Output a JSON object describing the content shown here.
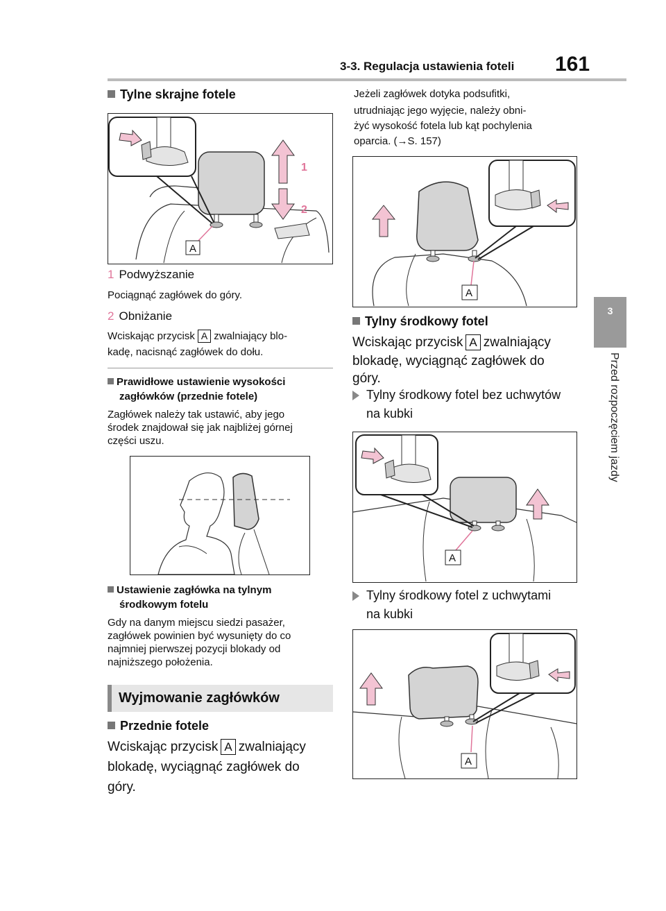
{
  "header": {
    "section_title": "3-3. Regulacja ustawienia foteli",
    "page_number": "161"
  },
  "side_tab": {
    "chapter_number": "3",
    "chapter_title": "Przed rozpoczęciem jazdy"
  },
  "left": {
    "heading_outer_rear": "Tylne skrajne fotele",
    "fig1": {
      "label_1": "1",
      "label_2": "2",
      "label_a": "A"
    },
    "step1": {
      "num": "1",
      "title": "Podwyższanie",
      "desc": "Pociągnąć zagłówek do góry."
    },
    "step2": {
      "num": "2",
      "title": "Obniżanie",
      "desc_before": "Wciskając przycisk",
      "btn": "A",
      "desc_after": "zwalniający blo-",
      "desc_line2": "kadę, nacisnąć zagłówek do dołu."
    },
    "heading_correct_line1": "Prawidłowe ustawienie wysokości",
    "heading_correct_line2": "zagłówków (przednie fotele)",
    "correct_text_1": "Zagłówek należy tak ustawić, aby jego",
    "correct_text_2": "środek znajdował się jak najbliżej górnej",
    "correct_text_3": "części uszu.",
    "heading_middle_line1": "Ustawienie zagłówka na tylnym",
    "heading_middle_line2": "środkowym fotelu",
    "middle_text_1": "Gdy na danym miejscu siedzi pasażer,",
    "middle_text_2": "zagłówek powinien być wysunięty do co",
    "middle_text_3": "najmniej pierwszej pozycji blokady od",
    "middle_text_4": "najniższego położenia.",
    "section_bar": "Wyjmowanie zagłówków",
    "heading_front": "Przednie fotele",
    "front_text_before": "Wciskając przycisk",
    "front_btn": "A",
    "front_text_after": "zwalniający",
    "front_text_2": "blokadę, wyciągnąć zagłówek do",
    "front_text_3": "góry."
  },
  "right": {
    "intro_1": "Jeżeli zagłówek dotyka podsufitki,",
    "intro_2": "utrudniając jego wyjęcie, należy obni-",
    "intro_3": "żyć wysokość fotela lub kąt pochylenia",
    "intro_4": "oparcia. (→S. 157)",
    "fig_a_label": "A",
    "heading_middle": "Tylny środkowy fotel",
    "middle_text_before": "Wciskając przycisk",
    "middle_btn": "A",
    "middle_text_after": "zwalniający",
    "middle_text_2": "blokadę, wyciągnąć zagłówek do",
    "middle_text_3": "góry.",
    "item1_line1": "Tylny środkowy fotel bez uchwytów",
    "item1_line2": "na kubki",
    "item2_line1": "Tylny środkowy fotel z uchwytami",
    "item2_line2": "na kubki"
  },
  "colors": {
    "accent_pink": "#e0759a",
    "arrow_fill": "#f3c3d3",
    "tab_gray": "#9a9a9a"
  }
}
